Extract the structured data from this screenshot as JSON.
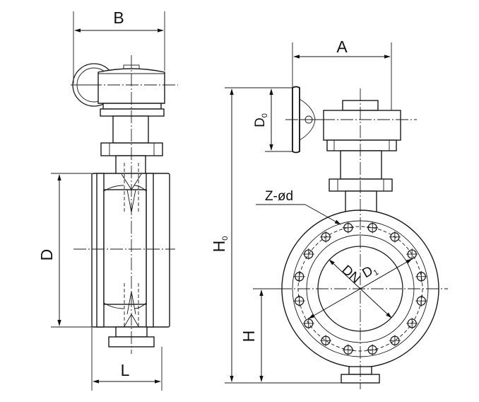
{
  "labels": {
    "B": "B",
    "A": "A",
    "D": "D",
    "D0_main": "D",
    "D0_sub": "0",
    "H0_main": "H",
    "H0_sub": "0",
    "H": "H",
    "L": "L",
    "Z_od": "Z-ød",
    "DN": "DN",
    "D1_main": "D",
    "D1_sub": "1"
  }
}
